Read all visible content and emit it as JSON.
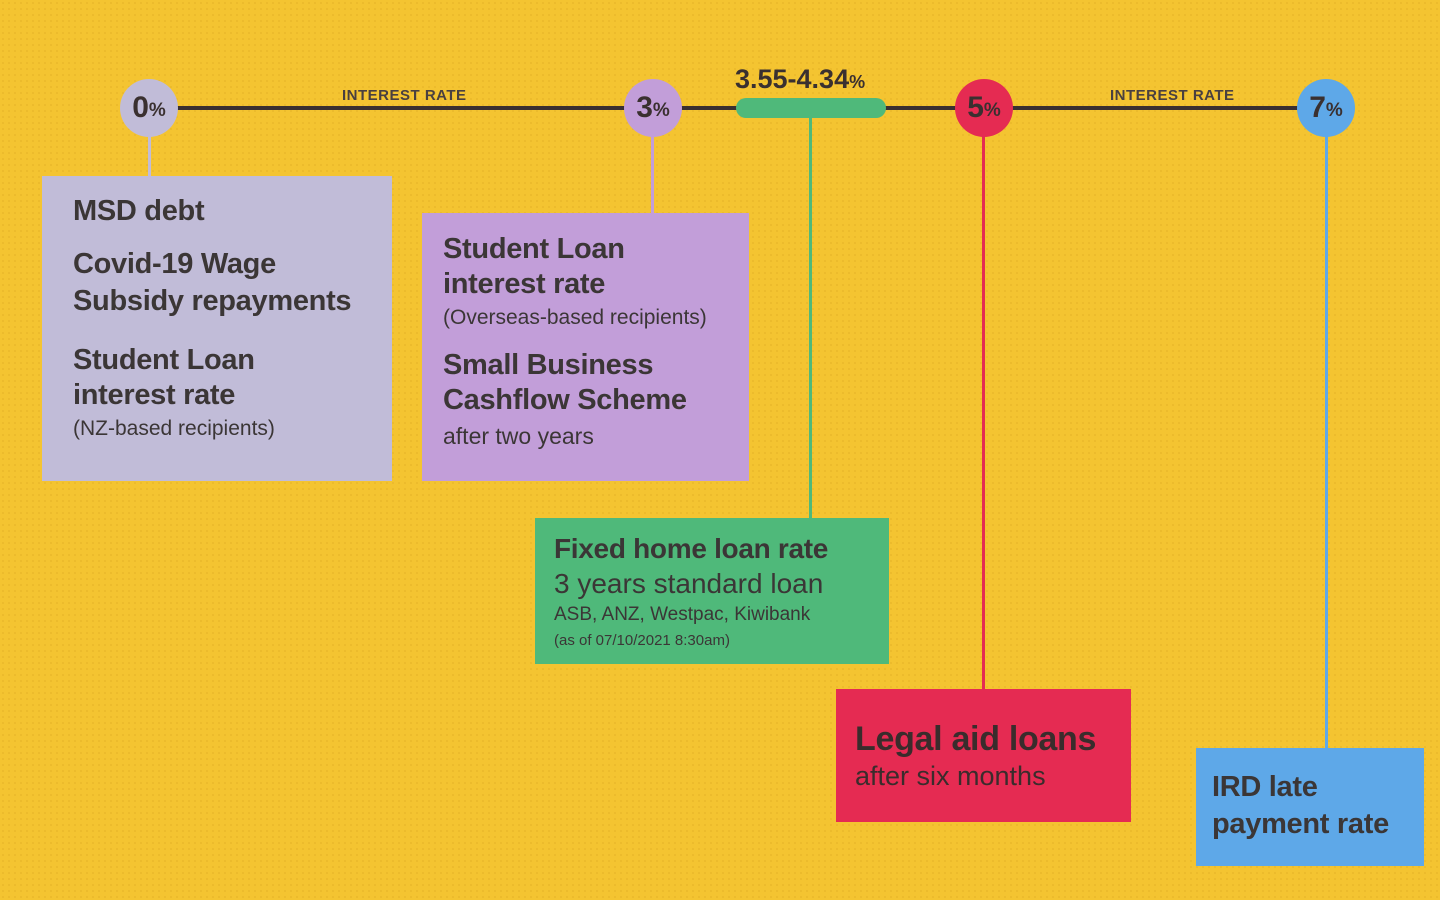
{
  "timeline": {
    "axis_label_left": "INTEREST RATE",
    "axis_label_right": "INTEREST RATE",
    "markers": [
      {
        "value": "0",
        "unit": "%",
        "color": "#c1bcd8"
      },
      {
        "value": "3",
        "unit": "%",
        "color": "#c29ed9"
      },
      {
        "value": "5",
        "unit": "%",
        "color": "#e52b52"
      },
      {
        "value": "7",
        "unit": "%",
        "color": "#5ea8e8"
      }
    ],
    "range": {
      "value": "3.55-4.34",
      "unit": "%",
      "color": "#4fb97a"
    }
  },
  "boxes": {
    "msd": {
      "color": "#c1bcd8",
      "item1": "MSD debt",
      "item2_l1": "Covid-19 Wage",
      "item2_l2": "Subsidy repayments",
      "item3_l1": "Student Loan",
      "item3_l2": "interest rate",
      "item3_note": "(NZ-based recipients)"
    },
    "student_overseas": {
      "color": "#c29ed9",
      "item1_l1": "Student Loan",
      "item1_l2": "interest rate",
      "item1_note": "(Overseas-based recipients)",
      "item2_l1": "Small Business",
      "item2_l2": "Cashflow Scheme",
      "item2_note": "after two years"
    },
    "home_loan": {
      "color": "#4fb97a",
      "title": "Fixed home loan rate",
      "subtitle": "3 years standard loan",
      "banks": "ASB, ANZ, Westpac, Kiwibank",
      "asof": "(as of 07/10/2021 8:30am)"
    },
    "legal_aid": {
      "color": "#e52b52",
      "title": "Legal aid loans",
      "subtitle": "after six months"
    },
    "ird": {
      "color": "#5ea8e8",
      "title_l1": "IRD late",
      "title_l2": "payment rate"
    }
  }
}
